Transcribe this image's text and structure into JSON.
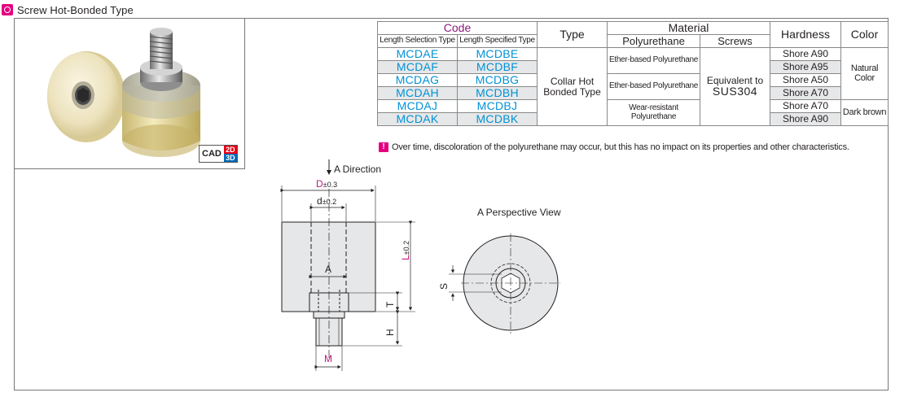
{
  "header": {
    "title": "Screw Hot-Bonded Type"
  },
  "cad": {
    "label": "CAD",
    "dim2": "2D",
    "dim3": "3D"
  },
  "table": {
    "headers": {
      "code": "Code",
      "type": "Type",
      "material": "Material",
      "hardness": "Hardness",
      "color": "Color",
      "length_selection": "Length Selection Type",
      "length_specified": "Length Specified Type",
      "polyurethane": "Polyurethane",
      "screws": "Screws"
    },
    "rows": [
      {
        "selection": "MCDAE",
        "specified": "MCDBE",
        "hardness": "Shore A90"
      },
      {
        "selection": "MCDAF",
        "specified": "MCDBF",
        "hardness": "Shore A95"
      },
      {
        "selection": "MCDAG",
        "specified": "MCDBG",
        "hardness": "Shore A50"
      },
      {
        "selection": "MCDAH",
        "specified": "MCDBH",
        "hardness": "Shore A70"
      },
      {
        "selection": "MCDAJ",
        "specified": "MCDBJ",
        "hardness": "Shore A70"
      },
      {
        "selection": "MCDAK",
        "specified": "MCDBK",
        "hardness": "Shore A90"
      }
    ],
    "type_line1": "Collar Hot",
    "type_line2": "Bonded Type",
    "poly_ether": "Ether-based Polyurethane",
    "poly_wear": "Wear-resistant Polyurethane",
    "screws_line1": "Equivalent to",
    "screws_line2": "SUS304",
    "color_natural": "Natural Color",
    "color_brown": "Dark brown"
  },
  "note": {
    "icon": "!",
    "text": "Over time, discoloration of the polyurethane may occur, but this has no impact on its properties and other characteristics."
  },
  "drawing": {
    "a_direction": "A Direction",
    "d_big": "D",
    "d_big_tol": "±0.3",
    "d_small": "d",
    "d_small_tol": "±0.2",
    "a_label": "A",
    "l_label": "L",
    "l_tol": "±0.2",
    "t_label": "T",
    "h_label": "H",
    "m_label": "M",
    "perspective": "A Perspective View",
    "s_label": "S"
  }
}
